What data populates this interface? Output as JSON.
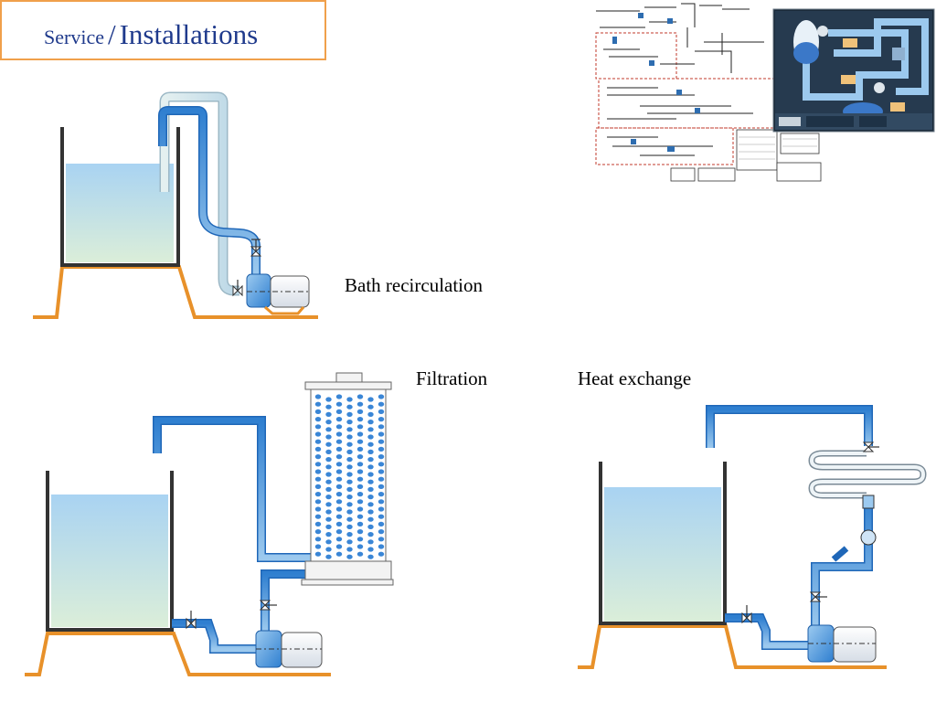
{
  "title": {
    "service": "Service",
    "separator": "/",
    "installations": "Installations"
  },
  "labels": {
    "bath_recirculation": "Bath recirculation",
    "filtration": "Filtration",
    "heat_exchange": "Heat exchange"
  },
  "colors": {
    "title_border": "#f0a04b",
    "title_text": "#1f3a8c",
    "stand": "#e8912a",
    "water_top": "#a9d3f2",
    "water_bottom": "#d9eed8",
    "pipe": "#4a8fd6",
    "scada_bg": "#1a2a3a"
  }
}
